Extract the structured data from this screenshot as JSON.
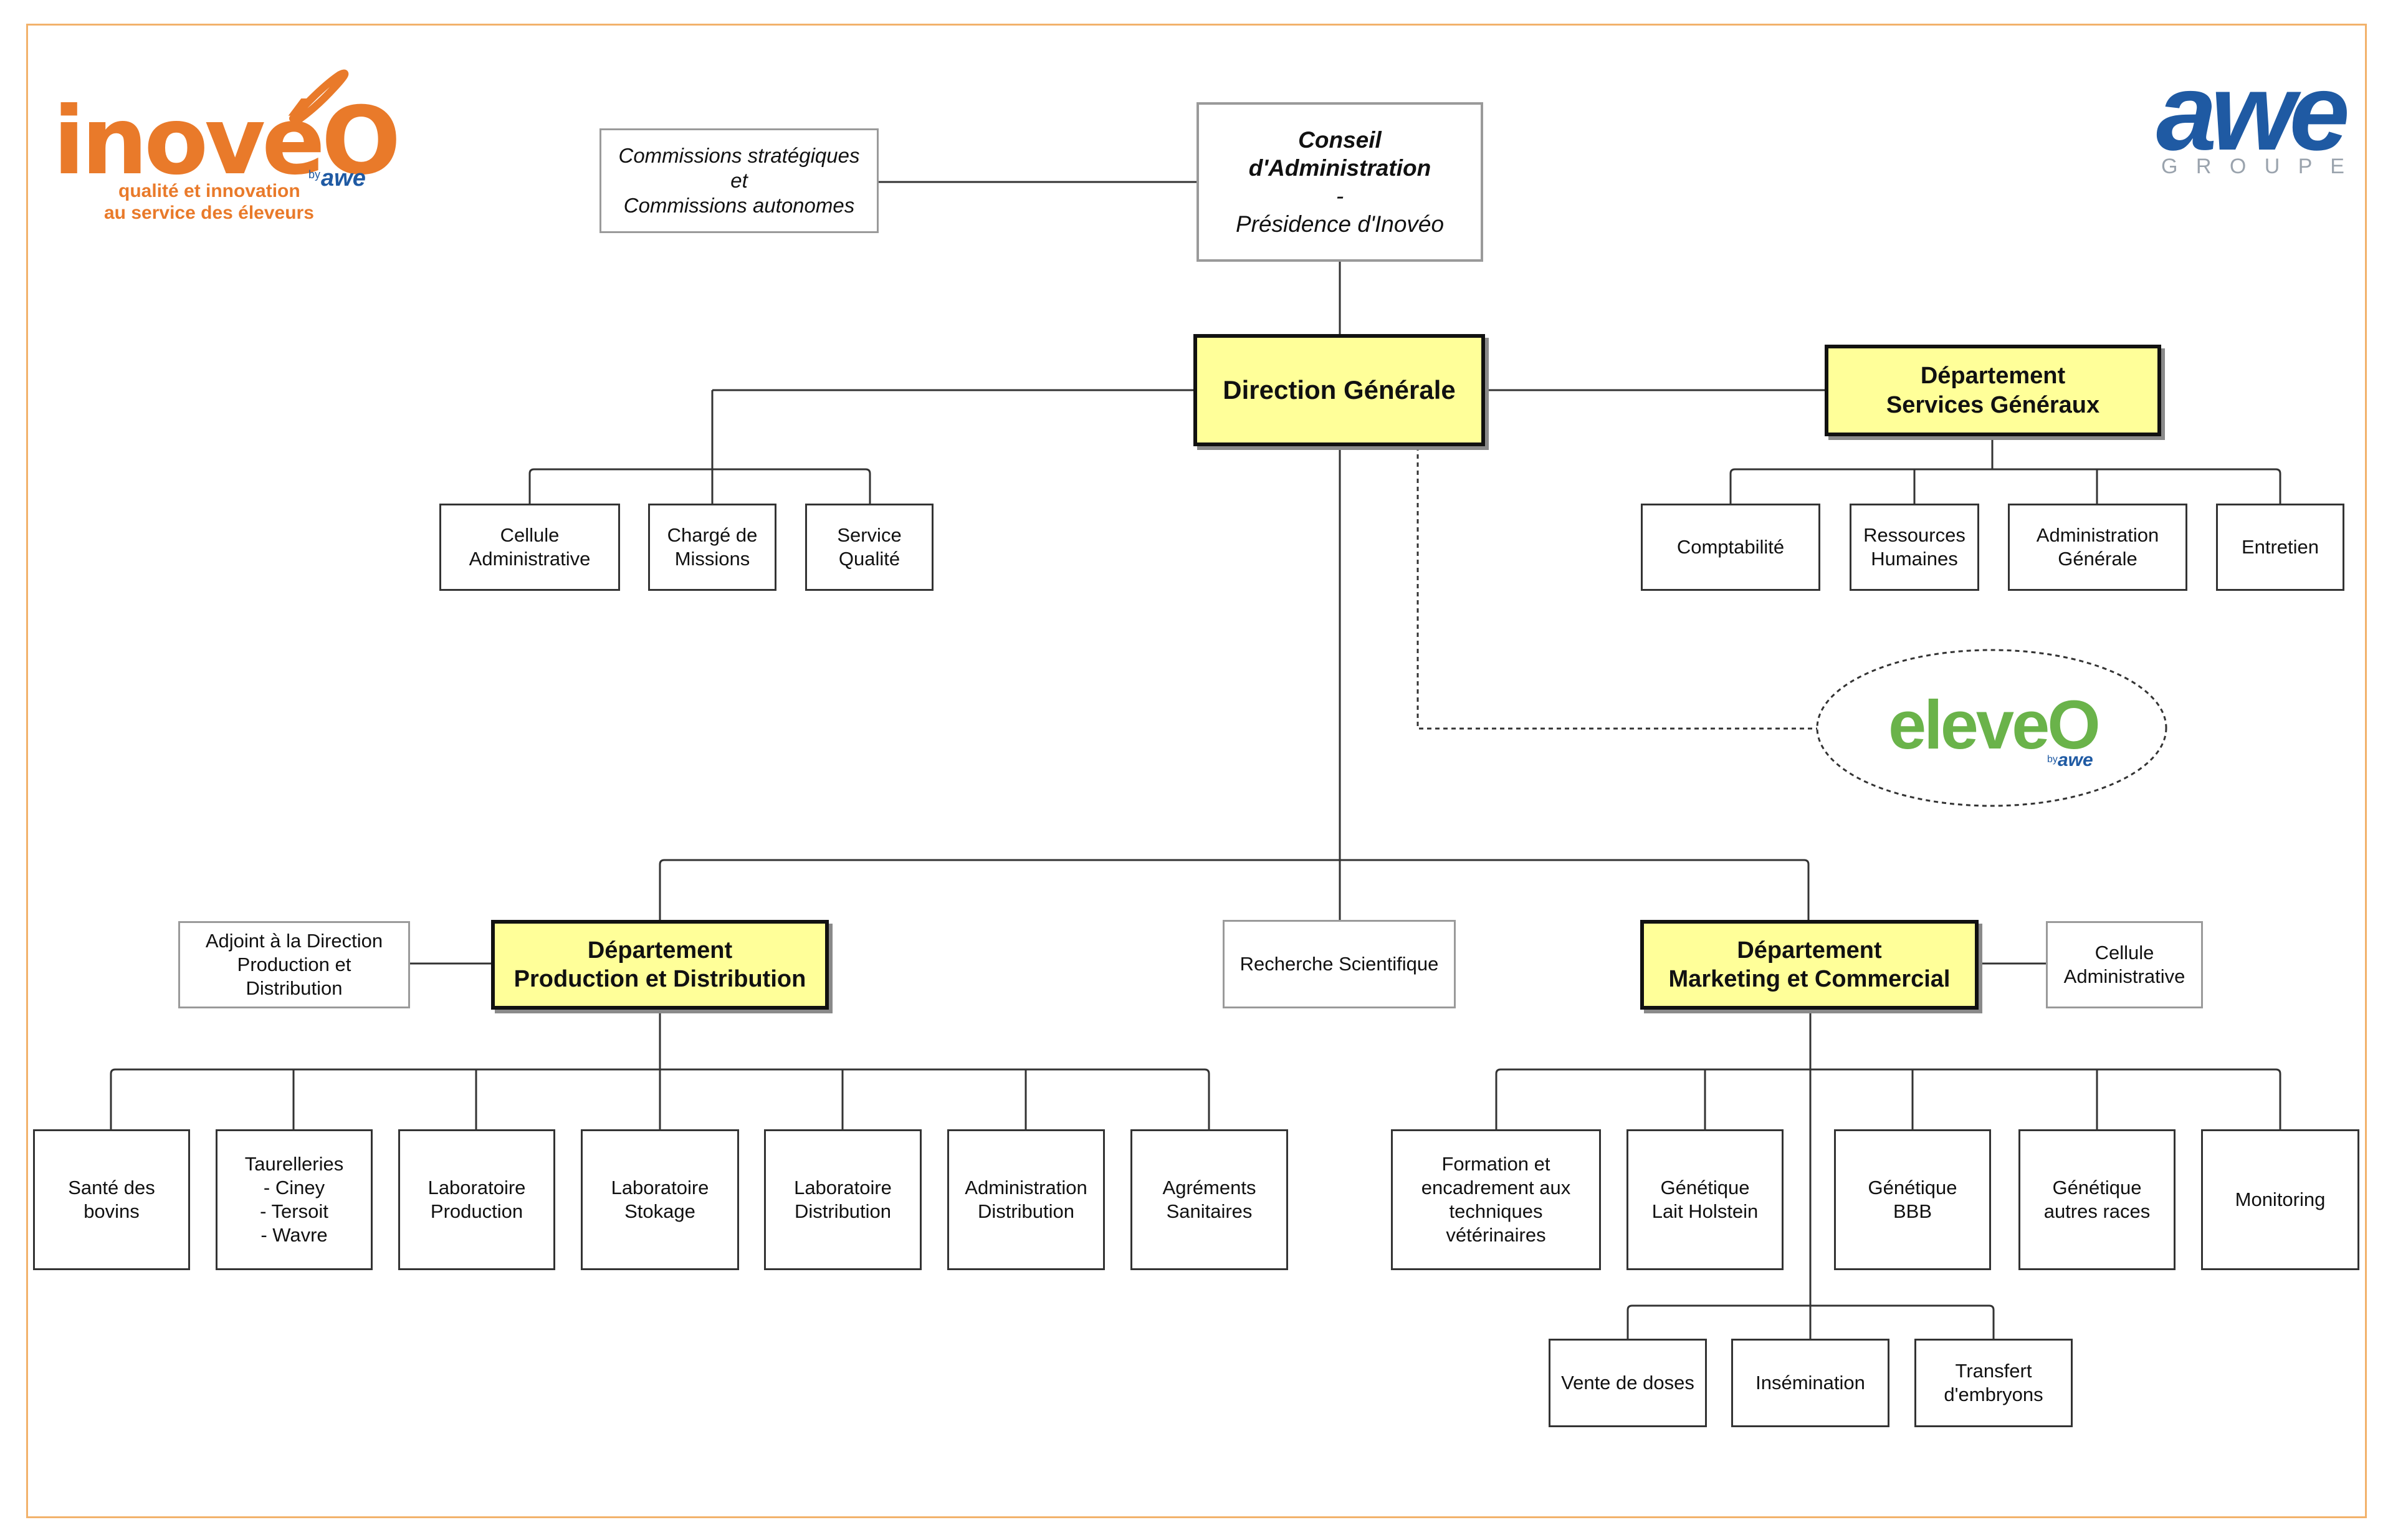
{
  "colors": {
    "dept_fill": "#ffff99",
    "brand_orange": "#e97a2a",
    "brand_blue": "#1f5aa3",
    "eleveo_green": "#6ab34a",
    "frame": "#f2b26b"
  },
  "logos": {
    "inoveo": {
      "wordmark": "inovéO",
      "by": "by",
      "awe": "awe",
      "tagline_1": "qualité et innovation",
      "tagline_2": "au service des éleveurs"
    },
    "awe_groupe": {
      "wordmark": "awe",
      "sub": "G R O U P E"
    },
    "eleveo": {
      "wordmark": "eleveO",
      "by": "by",
      "awe": "awe"
    }
  },
  "org": {
    "board": {
      "line1": "Conseil",
      "line2": "d'Administration",
      "line3": "-",
      "line4": "Présidence d'Inovéo"
    },
    "commissions": "Commissions stratégiques\net\nCommissions autonomes",
    "direction": "Direction Générale",
    "direction_staff": [
      "Cellule\nAdministrative",
      "Chargé de\nMissions",
      "Service\nQualité"
    ],
    "services_generaux": {
      "title": "Département\nServices Généraux",
      "units": [
        "Comptabilité",
        "Ressources\nHumaines",
        "Administration\nGénérale",
        "Entretien"
      ]
    },
    "production": {
      "title": "Département\nProduction et Distribution",
      "adjoint": "Adjoint à la Direction\nProduction et\nDistribution",
      "units": [
        "Santé des\nbovins",
        "Taurelleries\n- Ciney\n- Tersoit\n- Wavre",
        "Laboratoire\nProduction",
        "Laboratoire\nStokage",
        "Laboratoire\nDistribution",
        "Administration\nDistribution",
        "Agréments\nSanitaires"
      ]
    },
    "recherche": "Recherche Scientifique",
    "marketing": {
      "title": "Département\nMarketing et Commercial",
      "cellule": "Cellule\nAdministrative",
      "units": [
        "Formation et\nencadrement aux\ntechniques\nvétérinaires",
        "Génétique\nLait Holstein",
        "Génétique\nBBB",
        "Génétique\nautres races",
        "Monitoring"
      ],
      "sub_units": [
        "Vente de doses",
        "Insémination",
        "Transfert\nd'embryons"
      ]
    }
  }
}
